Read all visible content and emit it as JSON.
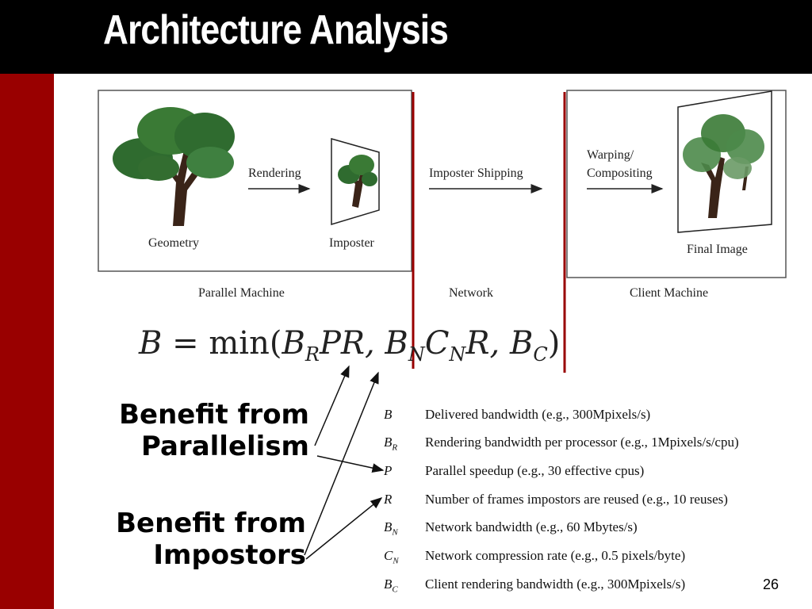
{
  "slide": {
    "title": "Architecture Analysis",
    "page_number": "26"
  },
  "diagram": {
    "geometry_label": "Geometry",
    "rendering_label": "Rendering",
    "imposter_label": "Imposter",
    "shipping_label": "Imposter Shipping",
    "warping_label_1": "Warping/",
    "warping_label_2": "Compositing",
    "final_image_label": "Final Image",
    "parallel_machine_label": "Parallel Machine",
    "network_label": "Network",
    "client_machine_label": "Client Machine",
    "colors": {
      "divider": "#990000",
      "foliage": "#2f6b2f",
      "trunk": "#3a2418"
    }
  },
  "formula": {
    "lhs": "B",
    "equals": "=",
    "fn": "min(",
    "t1_base": "B",
    "t1_sub": "R",
    "t1_rest": "PR,",
    "t2_base1": "B",
    "t2_sub1": "N",
    "t2_base2": "C",
    "t2_sub2": "N",
    "t2_rest": "R,",
    "t3_base": "B",
    "t3_sub": "C",
    "close": ")"
  },
  "benefits": {
    "parallelism_line1": "Benefit from",
    "parallelism_line2": "Parallelism",
    "impostors_line1": "Benefit from",
    "impostors_line2": "Impostors"
  },
  "definitions": [
    {
      "symbol": "B",
      "sub": "",
      "text": "Delivered bandwidth (e.g., 300Mpixels/s)"
    },
    {
      "symbol": "B",
      "sub": "R",
      "text": "Rendering bandwidth per processor (e.g., 1Mpixels/s/cpu)"
    },
    {
      "symbol": "P",
      "sub": "",
      "text": "Parallel speedup (e.g., 30 effective cpus)"
    },
    {
      "symbol": "R",
      "sub": "",
      "text": "Number of frames impostors are reused (e.g., 10 reuses)"
    },
    {
      "symbol": "B",
      "sub": "N",
      "text": "Network bandwidth (e.g., 60 Mbytes/s)"
    },
    {
      "symbol": "C",
      "sub": "N",
      "text": "Network compression rate (e.g., 0.5 pixels/byte)"
    },
    {
      "symbol": "B",
      "sub": "C",
      "text": "Client rendering bandwidth (e.g., 300Mpixels/s)"
    }
  ]
}
